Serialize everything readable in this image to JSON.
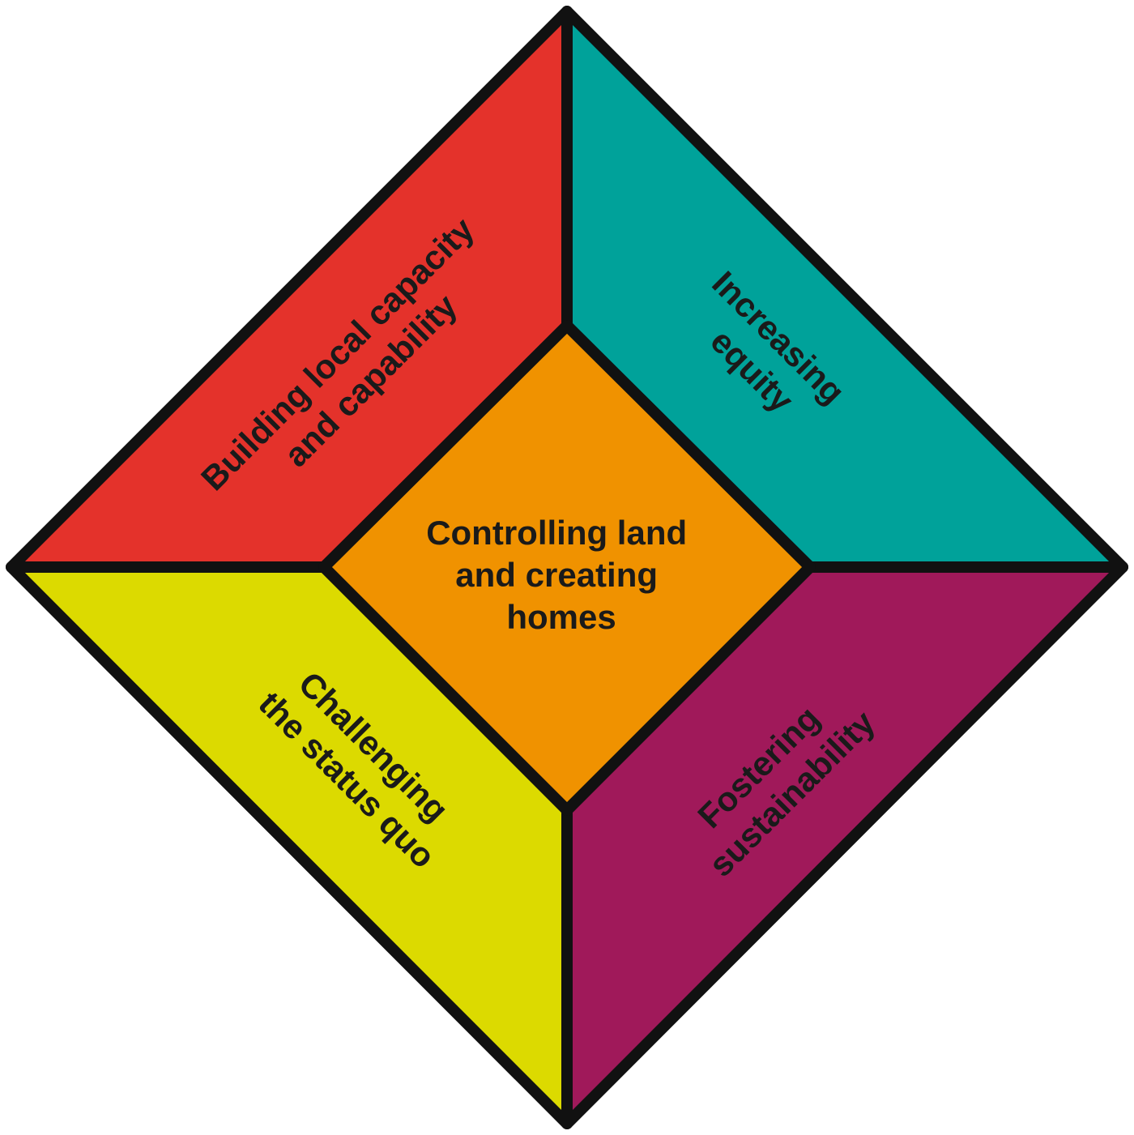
{
  "diagram": {
    "center": {
      "lines": [
        "Controlling land",
        "and creating",
        "homes"
      ],
      "color": "#F09200"
    },
    "top_left": {
      "lines": [
        "Building local capacity",
        "and capability"
      ],
      "color": "#E4322B"
    },
    "top_right": {
      "lines": [
        "Increasing",
        "equity"
      ],
      "color": "#00A29A"
    },
    "bottom_left": {
      "lines": [
        "Challenging",
        "the status quo"
      ],
      "color": "#DCDA00"
    },
    "bottom_right": {
      "lines": [
        "Fostering",
        "sustainability"
      ],
      "color": "#A0195A"
    },
    "outline_color": "#111111"
  }
}
